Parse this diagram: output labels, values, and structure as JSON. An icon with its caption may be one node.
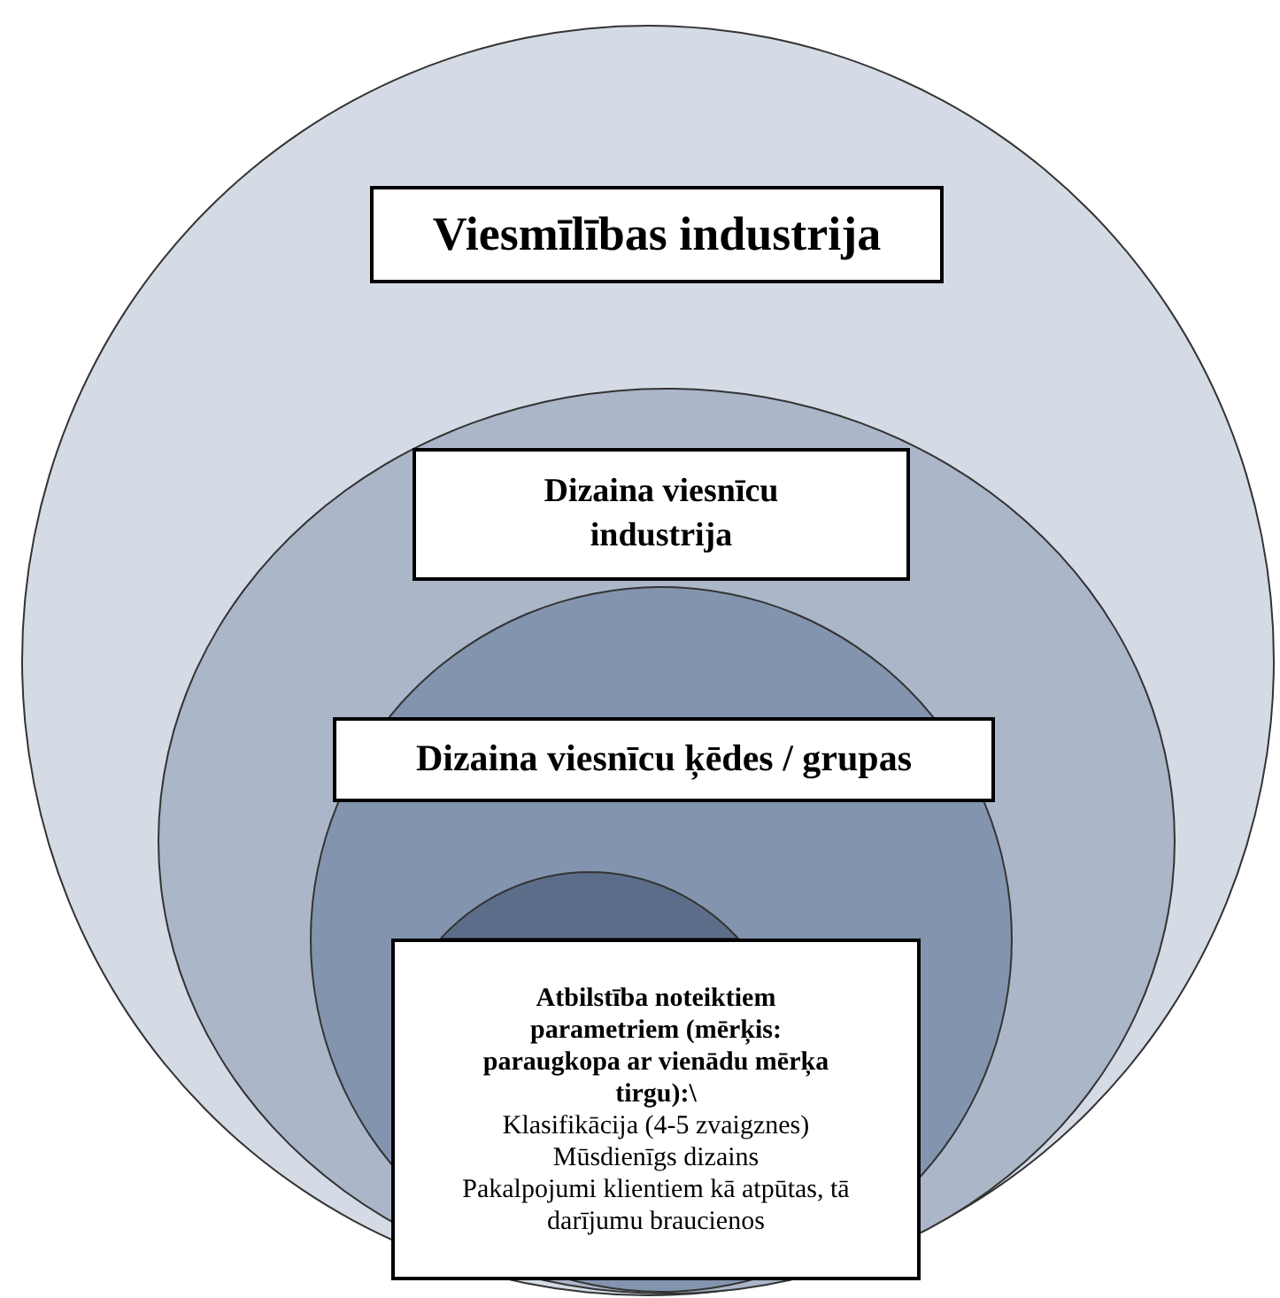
{
  "diagram": {
    "nodes": [
      {
        "text": [],
        "shape": "circle"
      },
      {
        "text": [
          "Viesmīlības industrija"
        ],
        "in": 0
      },
      {
        "text": [],
        "shape": "circle",
        "in": 0
      },
      {
        "text": [
          "Dizaina viesnīcu industrija"
        ],
        "in": 2
      },
      {
        "text": [],
        "shape": "circle",
        "in": 2
      },
      {
        "text": [
          "Dizaina viesnīcu ķēdes / grupas"
        ],
        "in": 4
      },
      {
        "text": [],
        "shape": "circle",
        "in": 4
      },
      {
        "text": [
          "Atbilstība noteiktiem parametriem (mērķis: paraugkopa ar vienādu mērķa tirgu):\\",
          "Klasifikācija (4-5 zvaigznes)",
          "Mūsdienīgs dizains",
          "Pakalpojumi klientiem kā atpūtas, tā darījumu braucienos"
        ],
        "in": 4
      }
    ]
  }
}
